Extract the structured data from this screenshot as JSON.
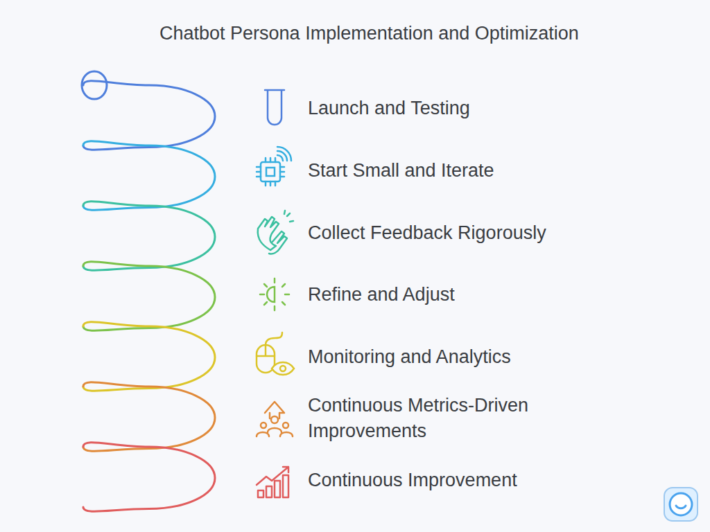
{
  "diagram": {
    "title": "Chatbot Persona Implementation and Optimization",
    "labels": [
      "Launch and Testing",
      "Start Small and Iterate",
      "Collect Feedback Rigorously",
      "Refine and Adjust",
      "Monitoring and Analytics",
      "Continuous Metrics-Driven Improvements",
      "Continuous Improvement"
    ]
  }
}
